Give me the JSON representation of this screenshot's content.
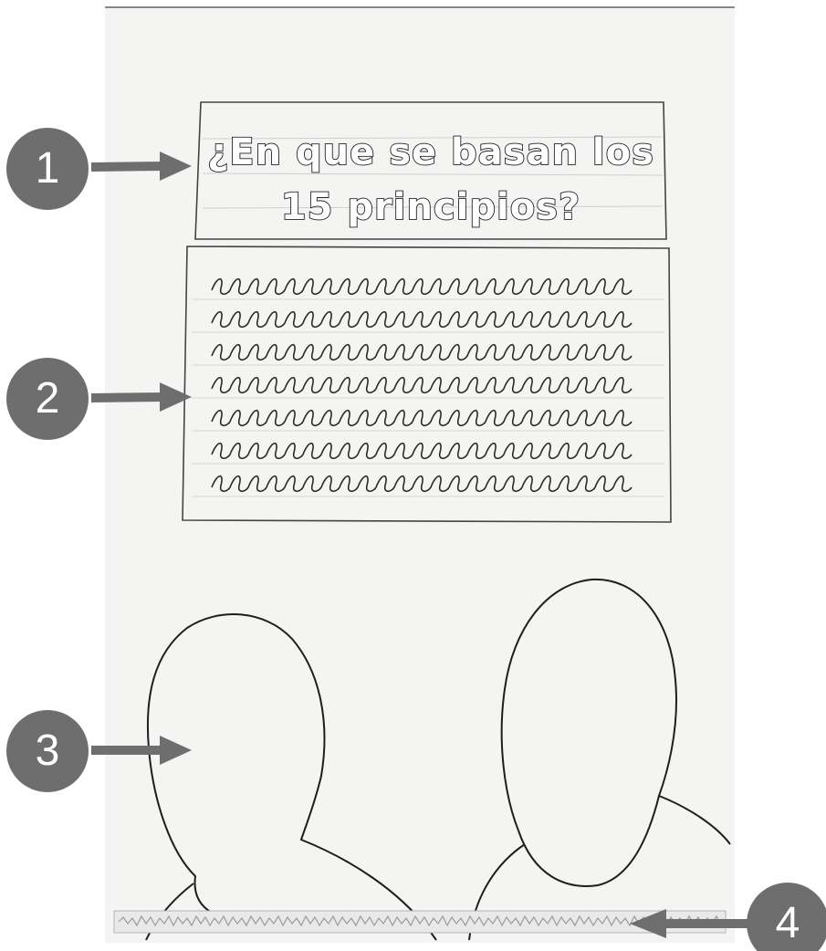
{
  "title_box": {
    "line1": "¿En que se basan los",
    "line2": "15 principios?"
  },
  "callouts": [
    {
      "number": "1",
      "target": "title-box"
    },
    {
      "number": "2",
      "target": "text-body-box"
    },
    {
      "number": "3",
      "target": "portrait-left"
    },
    {
      "number": "4",
      "target": "footer-strip"
    }
  ],
  "colors": {
    "callout_fill": "#6e6e6e",
    "callout_text": "#ffffff",
    "pencil": "#222222",
    "paper": "#f4f4f2"
  }
}
